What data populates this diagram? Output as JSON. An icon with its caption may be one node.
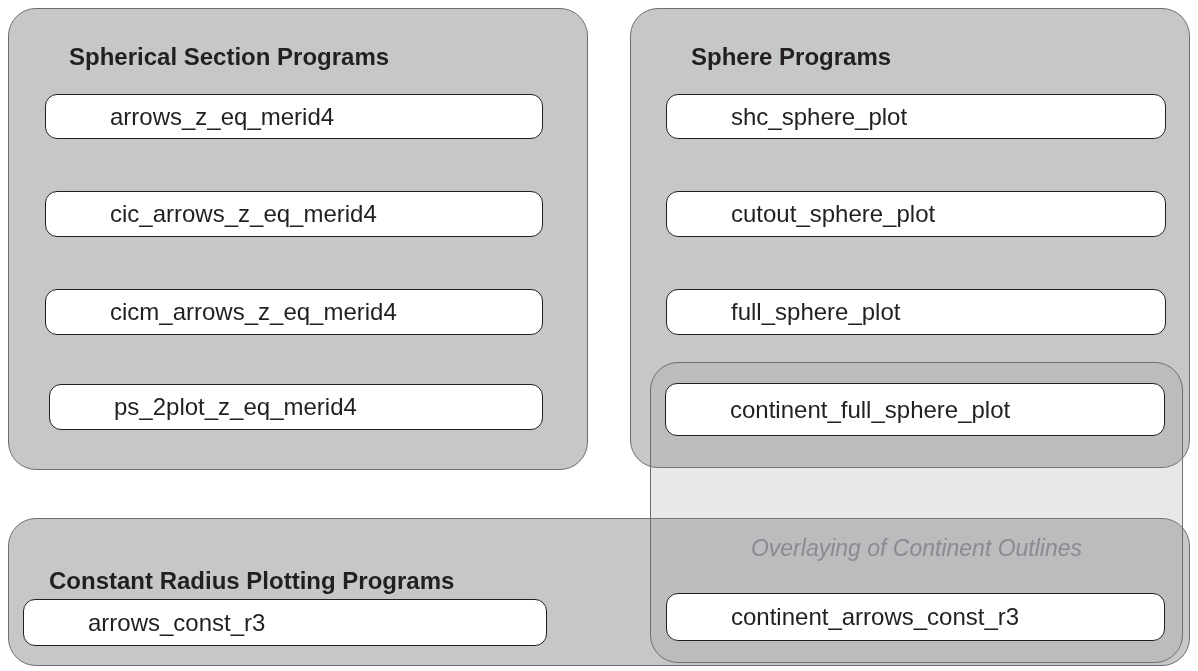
{
  "diagram": {
    "nodes": [
      {
        "text": [
          "Spherical Section Programs"
        ]
      },
      {
        "text": [
          "arrows_z_eq_merid4"
        ],
        "in": 0
      },
      {
        "text": [
          "cic_arrows_z_eq_merid4"
        ],
        "in": 0
      },
      {
        "text": [
          "cicm_arrows_z_eq_merid4"
        ],
        "in": 0
      },
      {
        "text": [
          "ps_2plot_z_eq_merid4"
        ],
        "in": 0
      },
      {
        "text": [
          "Sphere Programs"
        ]
      },
      {
        "text": [
          "shc_sphere_plot"
        ],
        "in": 5
      },
      {
        "text": [
          "cutout_sphere_plot"
        ],
        "in": 5
      },
      {
        "text": [
          "full_sphere_plot"
        ],
        "in": 5
      },
      {
        "text": [
          "Overlaying of Continent Outlines"
        ]
      },
      {
        "text": [
          "continent_full_sphere_plot"
        ]
      },
      {
        "text": [
          "Constant Radius Plotting Programs"
        ]
      },
      {
        "text": [
          "arrows_const_r3"
        ],
        "in": 11
      },
      {
        "text": [
          "continent_arrows_const_r3"
        ]
      }
    ]
  }
}
